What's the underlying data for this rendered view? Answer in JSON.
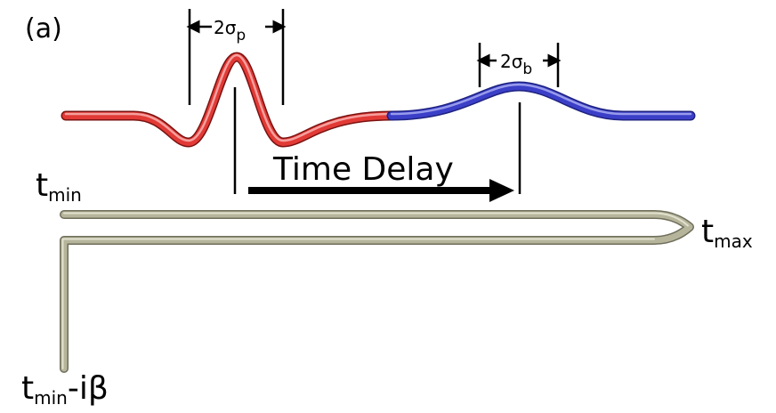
{
  "panel_label": "(a)",
  "labels": {
    "sigma_p": {
      "prefix": "2σ",
      "subscript": "p"
    },
    "sigma_b": {
      "prefix": "2σ",
      "subscript": "b"
    },
    "time_delay": "Time Delay",
    "t_min": {
      "base": "t",
      "subscript": "min"
    },
    "t_max": {
      "base": "t",
      "subscript": "max"
    },
    "t_min_ib": {
      "base": "t",
      "subscript": "min",
      "suffix": "-iβ"
    }
  },
  "colors": {
    "pump_pulse": "#e23a36",
    "probe_pulse": "#3b3fc8",
    "contour": "#b6b59c",
    "contour_edge": "#6f6e5a",
    "annotation": "#000000"
  }
}
